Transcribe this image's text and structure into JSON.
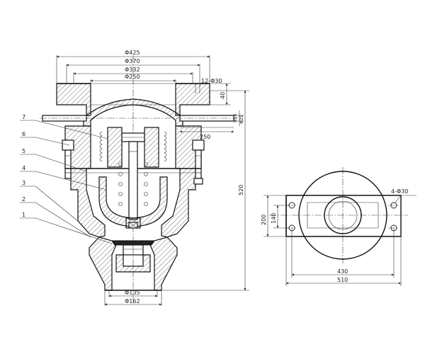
{
  "dimensions": {
    "top_d425": "Φ425",
    "top_d370": "Φ370",
    "top_d332": "Φ332",
    "top_d250": "Φ250",
    "bolt_holes_top": "12-Φ30",
    "flange_thk": "40",
    "tube_d1": "Φ18",
    "tube_d2": "Φ25",
    "side_250": "250",
    "height_520": "520",
    "bottom_d135": "Φ135",
    "bottom_d162": "Φ162",
    "plan_holes": "4-Φ30",
    "plan_200": "200",
    "plan_140": "140",
    "plan_430": "430",
    "plan_510": "510"
  },
  "part_labels": [
    "7",
    "6",
    "5",
    "4",
    "3",
    "2",
    "1"
  ]
}
